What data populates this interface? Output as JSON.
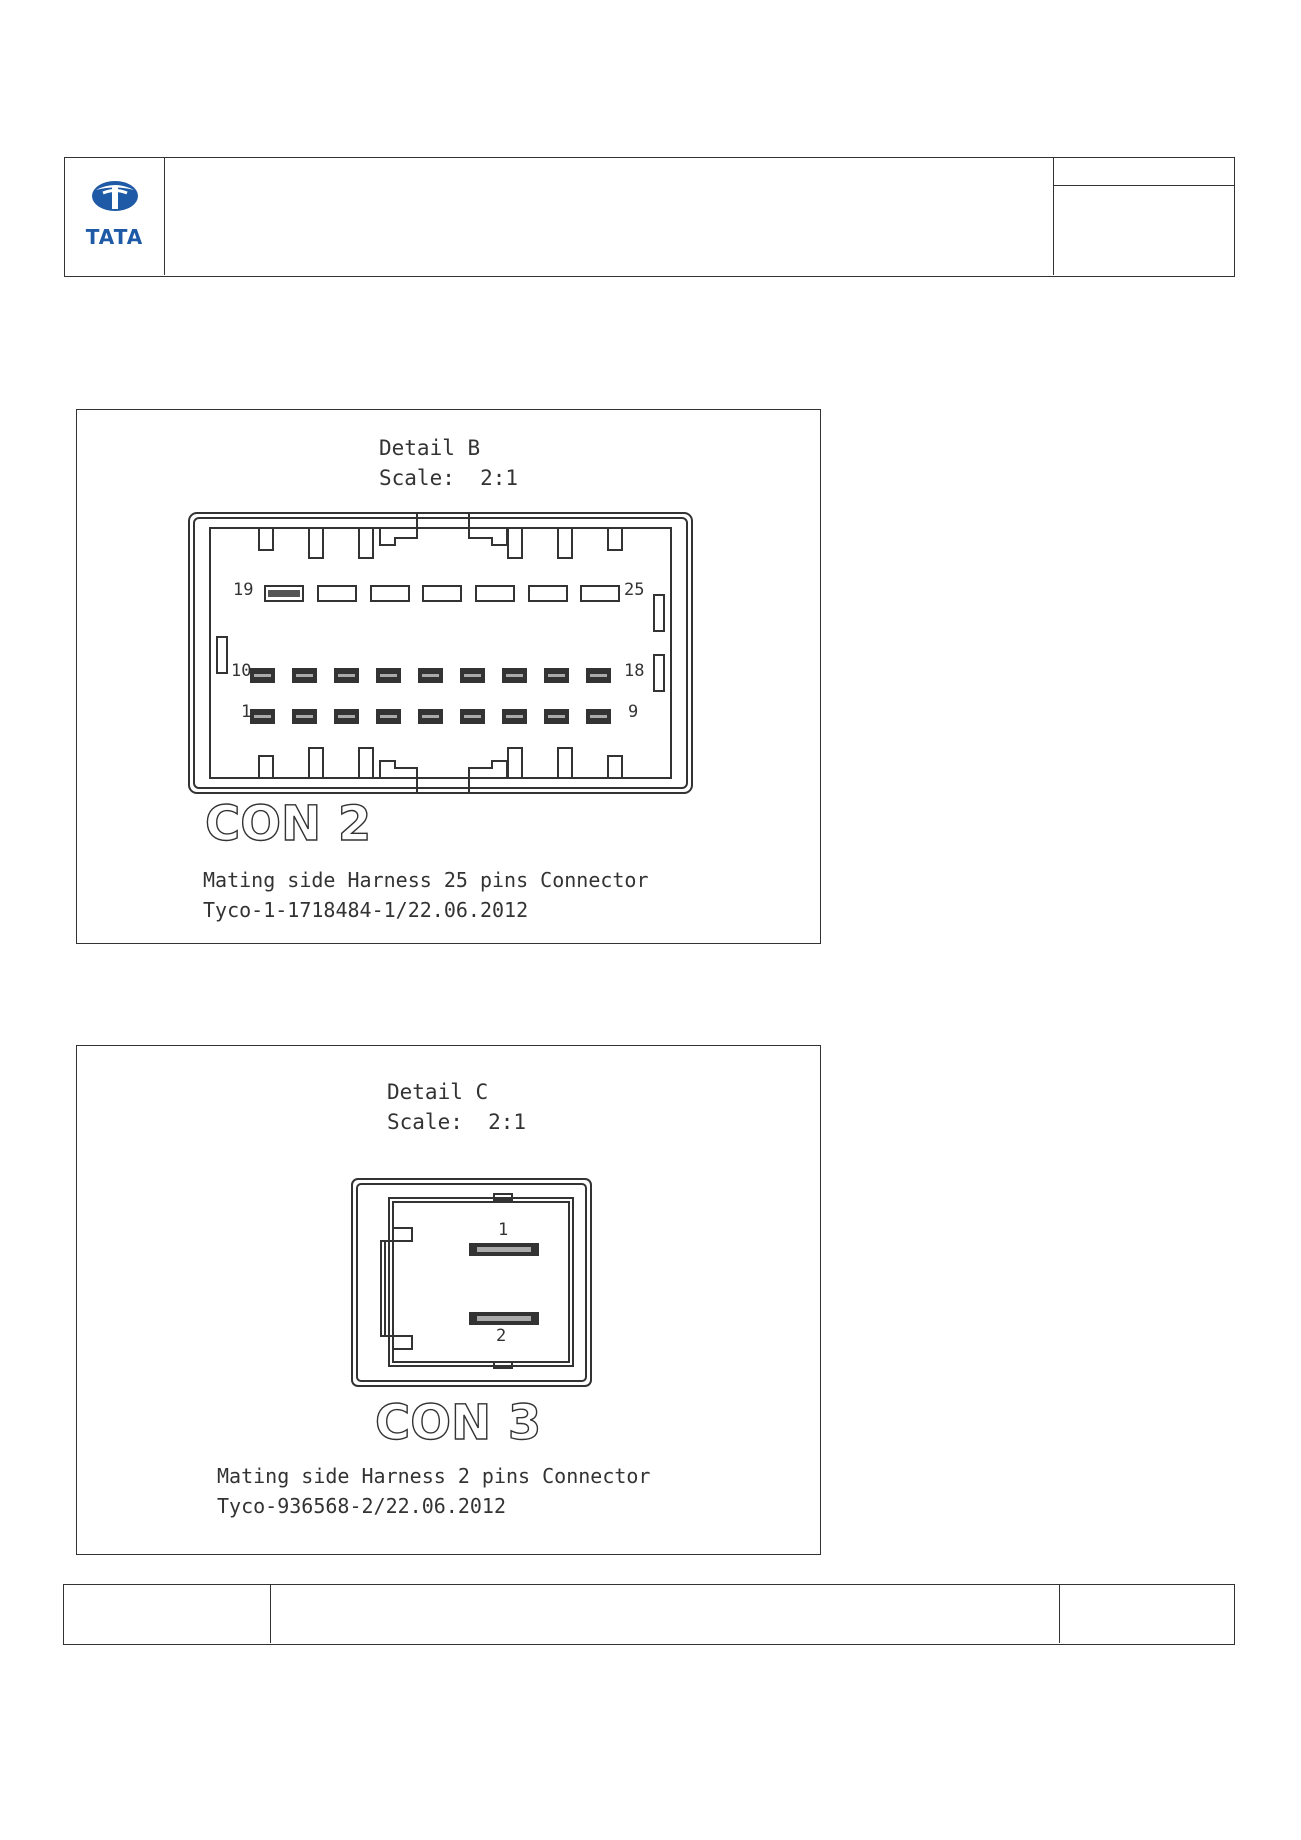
{
  "brand": {
    "name": "TATA",
    "color": "#1f5aa6",
    "logo_icon": "tata-logo-icon"
  },
  "detail_b": {
    "title": "Detail B",
    "scale": "Scale:  2:1",
    "connector_name": "CON 2",
    "description": "Mating side Harness 25 pins Connector",
    "part_number": "Tyco-1-1718484-1/22.06.2012",
    "pin_labels": {
      "top_left": "19",
      "top_right": "25",
      "mid_left": "10",
      "mid_right": "18",
      "bottom_left": "1",
      "bottom_right": "9"
    }
  },
  "detail_c": {
    "title": "Detail C",
    "scale": "Scale:  2:1",
    "connector_name": "CON 3",
    "description": "Mating side Harness 2 pins Connector",
    "part_number": "Tyco-936568-2/22.06.2012",
    "pin_labels": {
      "pin1": "1",
      "pin2": "2"
    }
  }
}
